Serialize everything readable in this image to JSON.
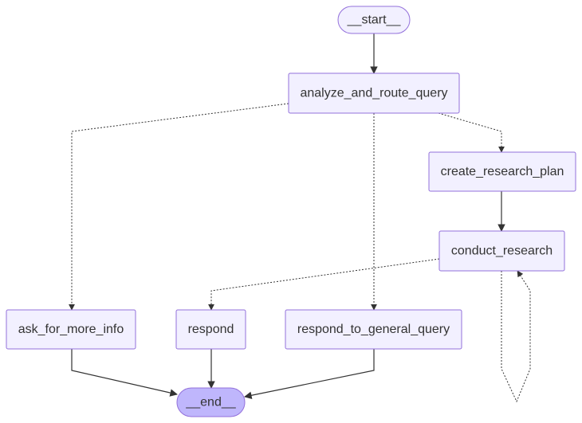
{
  "diagram": {
    "type": "flowchart",
    "nodes": {
      "start": {
        "label": "__start__",
        "shape": "pill"
      },
      "analyze": {
        "label": "analyze_and_route_query",
        "shape": "rect"
      },
      "create_plan": {
        "label": "create_research_plan",
        "shape": "rect"
      },
      "conduct": {
        "label": "conduct_research",
        "shape": "rect"
      },
      "ask_more": {
        "label": "ask_for_more_info",
        "shape": "rect"
      },
      "respond": {
        "label": "respond",
        "shape": "rect"
      },
      "respond_general": {
        "label": "respond_to_general_query",
        "shape": "rect"
      },
      "end": {
        "label": "__end__",
        "shape": "pill"
      }
    },
    "edges": [
      {
        "from": "start",
        "to": "analyze",
        "style": "solid"
      },
      {
        "from": "analyze",
        "to": "ask_more",
        "style": "dotted"
      },
      {
        "from": "analyze",
        "to": "respond_general",
        "style": "dotted"
      },
      {
        "from": "analyze",
        "to": "create_plan",
        "style": "dotted"
      },
      {
        "from": "create_plan",
        "to": "conduct",
        "style": "solid"
      },
      {
        "from": "conduct",
        "to": "respond",
        "style": "dotted"
      },
      {
        "from": "conduct",
        "to": "conduct",
        "style": "dotted"
      },
      {
        "from": "ask_more",
        "to": "end",
        "style": "solid"
      },
      {
        "from": "respond",
        "to": "end",
        "style": "solid"
      },
      {
        "from": "respond_general",
        "to": "end",
        "style": "solid"
      }
    ],
    "colors": {
      "node_fill": "#f2f0ff",
      "node_border": "#9370db",
      "end_fill": "#bfb6fc",
      "edge": "#333333",
      "text": "#333333"
    }
  }
}
